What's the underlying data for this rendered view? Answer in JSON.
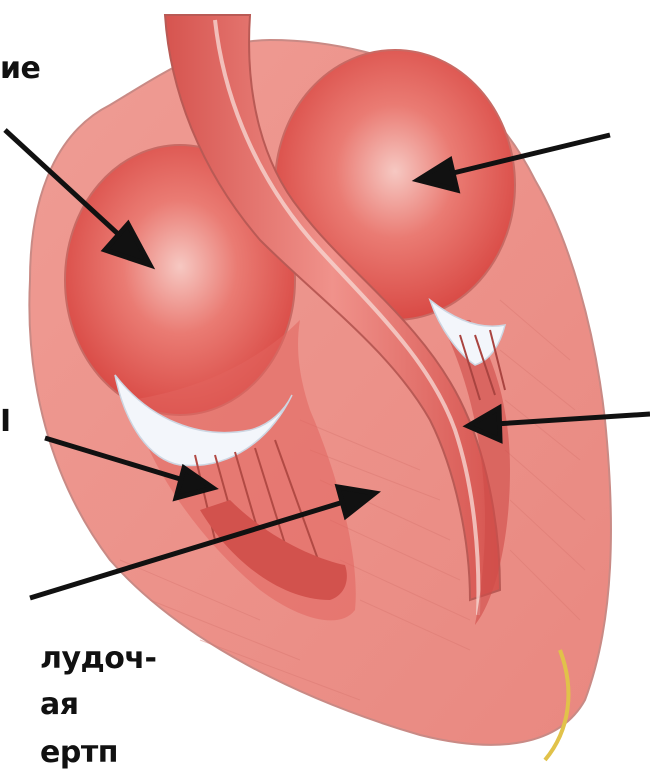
{
  "labels": {
    "top_left": "ие",
    "mid_left": "I",
    "bottom_line1": "лудоч-",
    "bottom_line2": "ая",
    "bottom_line3": "ертп"
  },
  "colors": {
    "background": "#ffffff",
    "heart_tissue": "#e8867e",
    "chamber": "#e25a55",
    "valve": "#f2f6fb",
    "arrow": "#111111"
  }
}
